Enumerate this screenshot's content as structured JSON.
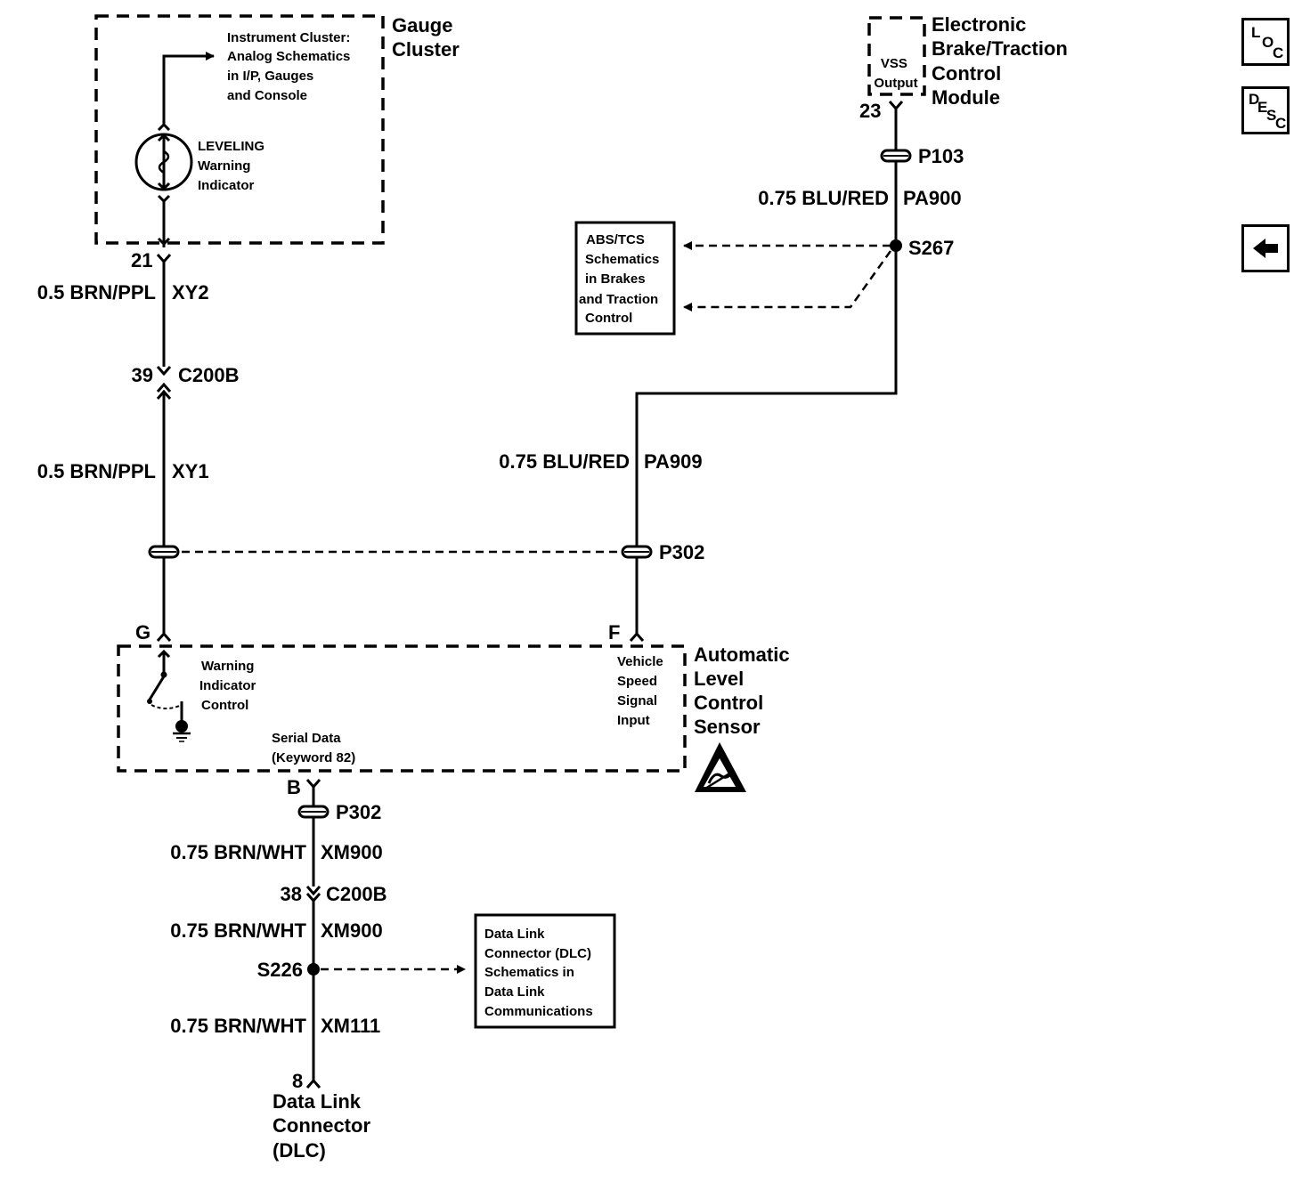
{
  "nav": {
    "loc_letters": [
      "L",
      "O",
      "C"
    ],
    "desc_letters": [
      "D",
      "E",
      "S",
      "C"
    ],
    "back_icon": "left-arrow-icon"
  },
  "gauge_cluster": {
    "title_lines": [
      "Gauge",
      "Cluster"
    ],
    "ref_lines": [
      "Instrument Cluster:",
      "Analog Schematics",
      "in I/P, Gauges",
      "and Console"
    ],
    "indicator_lines": [
      "LEVELING",
      "Warning",
      "Indicator"
    ],
    "pin": "21"
  },
  "ebtcm": {
    "title_lines": [
      "Electronic",
      "Brake/Traction",
      "Control",
      "Module"
    ],
    "inner_lines": [
      "VSS",
      "Output"
    ],
    "pin": "23"
  },
  "wires": {
    "xy2_color": "0.5 BRN/PPL",
    "xy2_circuit": "XY2",
    "c200b_pin_upper": "39",
    "c200b_label_upper": "C200B",
    "xy1_color": "0.5 BRN/PPL",
    "xy1_circuit": "XY1",
    "p103": "P103",
    "pa900_color": "0.75 BLU/RED",
    "pa900_circuit": "PA900",
    "s267": "S267",
    "pa909_color": "0.75 BLU/RED",
    "pa909_circuit": "PA909",
    "p302_right": "P302",
    "p302_lower": "P302",
    "xm900_color_a": "0.75 BRN/WHT",
    "xm900_circuit_a": "XM900",
    "c200b_pin_lower": "38",
    "c200b_label_lower": "C200B",
    "xm900_color_b": "0.75 BRN/WHT",
    "xm900_circuit_b": "XM900",
    "s226": "S226",
    "xm111_color": "0.75 BRN/WHT",
    "xm111_circuit": "XM111"
  },
  "abs_ref": {
    "lines": [
      "ABS/TCS",
      "Schematics",
      "in  Brakes",
      "and Traction",
      "Control"
    ]
  },
  "sensor": {
    "title_lines": [
      "Automatic",
      "Level",
      "Control",
      "Sensor"
    ],
    "pin_g": "G",
    "pin_f": "F",
    "pin_b": "B",
    "warning_lines": [
      "Warning",
      "Indicator",
      "Control"
    ],
    "vss_lines": [
      "Vehicle",
      "Speed",
      "Signal",
      "Input"
    ],
    "serial_lines": [
      "Serial Data",
      "(Keyword 82)"
    ],
    "esd_icon": "esd-warning-icon"
  },
  "dlc_ref": {
    "lines": [
      "Data Link",
      "Connector (DLC)",
      "Schematics in",
      "Data Link",
      "Communications"
    ]
  },
  "dlc": {
    "pin": "8",
    "title_lines": [
      "Data Link",
      "Connector",
      "(DLC)"
    ]
  }
}
